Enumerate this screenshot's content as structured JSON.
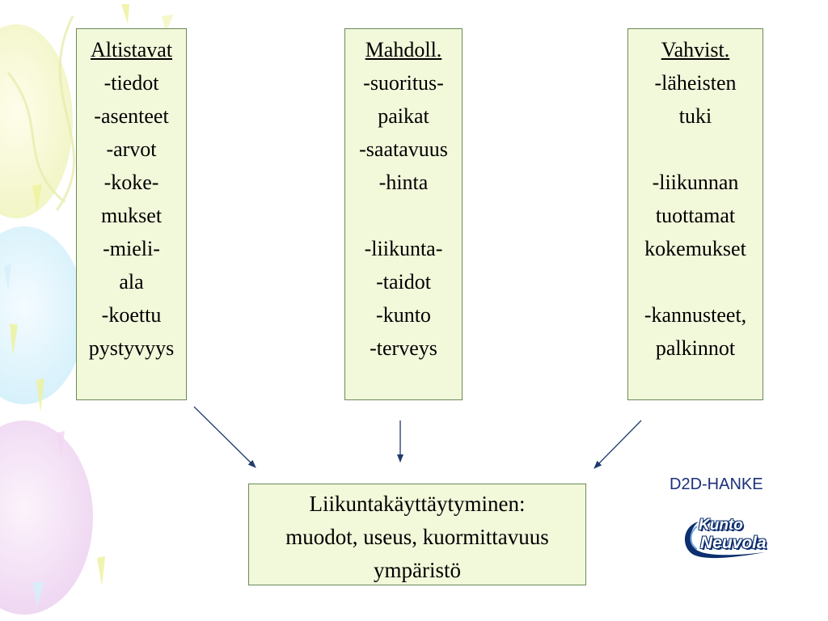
{
  "boxes": {
    "altistavat": {
      "heading": "Altistavat",
      "lines": [
        "-tiedot",
        "-asenteet",
        "-arvot",
        "-koke-",
        "mukset",
        "-mieli-",
        "ala",
        "-koettu",
        "pystyvyys"
      ]
    },
    "mahdoll": {
      "heading": "Mahdoll.",
      "lines": [
        "-suoritus-",
        "paikat",
        "-saatavuus",
        "-hinta",
        "",
        "-liikunta-",
        "-taidot",
        "-kunto",
        "-terveys"
      ]
    },
    "vahvist": {
      "heading": "Vahvist.",
      "lines": [
        "-läheisten",
        "tuki",
        "",
        "-liikunnan",
        "tuottamat",
        "kokemukset",
        "",
        "-kannusteet,",
        "palkinnot"
      ]
    }
  },
  "outcome": {
    "lines": [
      "Liikuntakäyttäytyminen:",
      "muodot, useus, kuormittavuus",
      "ympäristö"
    ]
  },
  "project_label": "D2D-HANKE",
  "logo": {
    "line1": "Kunto",
    "line2": "Neuvola"
  },
  "colors": {
    "box_fill": "#f2f8da",
    "box_border": "#6a8a5a",
    "arrow": "#1e3a6e",
    "label": "#1c2f7a",
    "logo_blue": "#0d2f6e"
  }
}
